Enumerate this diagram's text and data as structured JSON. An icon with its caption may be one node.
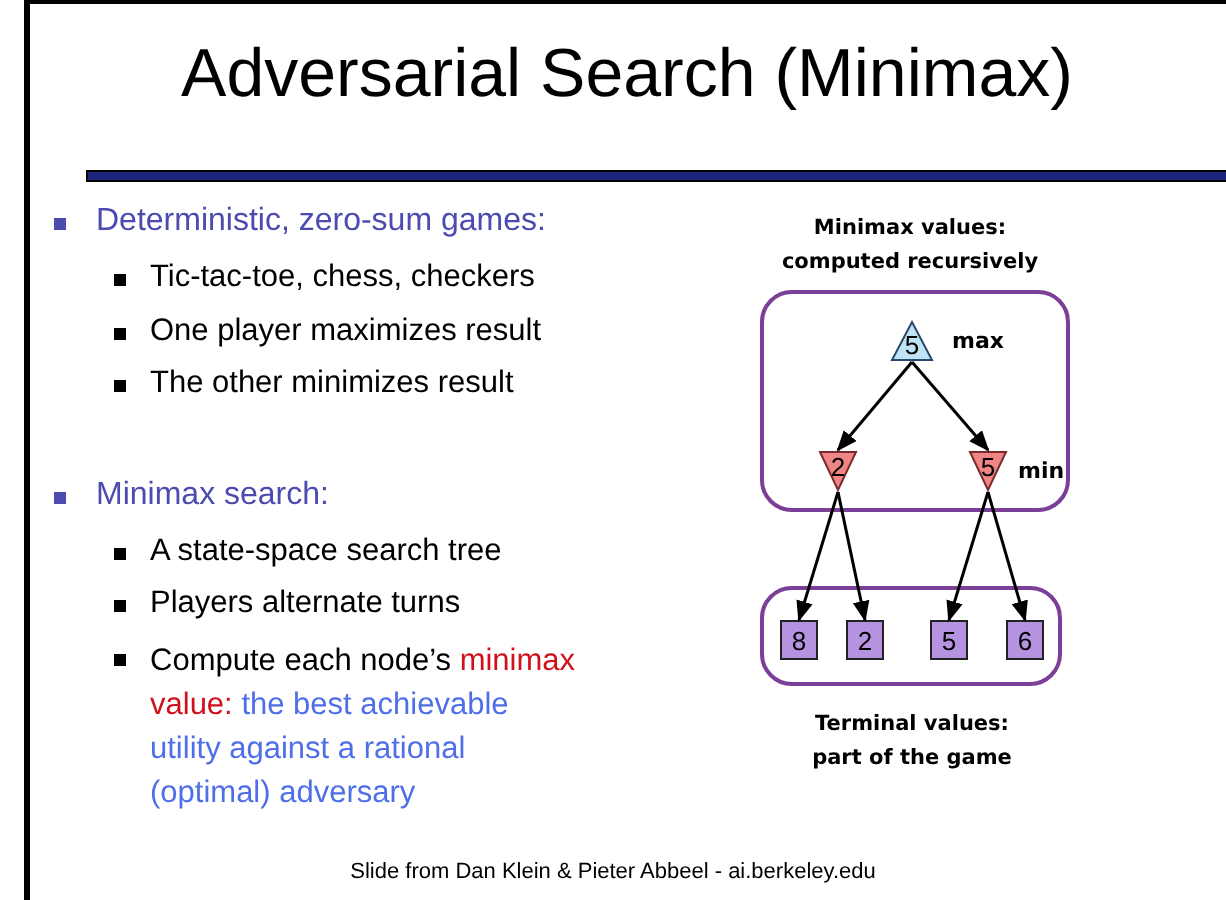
{
  "diagram": {
    "title": "Adversarial Search (Minimax)",
    "caption": "Slide from Dan Klein &  Pieter Abbeel - ai.berkeley.edu",
    "nodes": [
      {
        "text": [],
        "shape": "box"
      },
      {
        "text": [
          "5"
        ],
        "in": 0,
        "beside": [
          "max"
        ]
      },
      {
        "text": [
          "2"
        ],
        "in": 0
      },
      {
        "text": [
          "5"
        ],
        "in": 0,
        "beside": [
          "min"
        ]
      },
      {
        "text": [],
        "shape": "box"
      },
      {
        "text": [
          "8"
        ],
        "in": 4
      },
      {
        "text": [
          "2"
        ],
        "in": 4
      },
      {
        "text": [
          "5"
        ],
        "in": 4
      },
      {
        "text": [
          "6"
        ],
        "in": 4
      }
    ],
    "edges": [
      {
        "from": 1,
        "to": 2,
        "arrow": "to"
      },
      {
        "from": 1,
        "to": 3,
        "arrow": "to"
      },
      {
        "from": 2,
        "to": 5,
        "arrow": "to"
      },
      {
        "from": 2,
        "to": 6,
        "arrow": "to"
      },
      {
        "from": 3,
        "to": 7,
        "arrow": "to"
      },
      {
        "from": 3,
        "to": 8,
        "arrow": "to"
      }
    ],
    "labels": [
      "Deterministic, zero-sum games:",
      "Tic-tac-toe, chess, checkers",
      "One player maximizes result",
      "The other minimizes result",
      "Minimax search:",
      "A state-space search tree",
      "Players alternate turns",
      "Compute each node’s",
      "minimax value:",
      "the best achievable utility against a rational (optimal) adversary",
      "Minimax values: computed recursively",
      "Terminal values: part of the game"
    ]
  }
}
